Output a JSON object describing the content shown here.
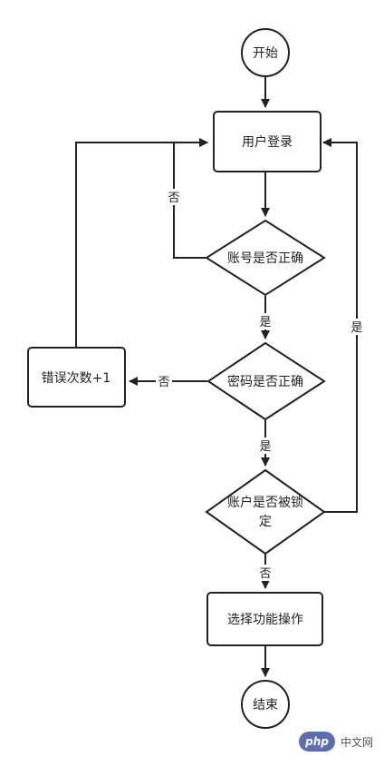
{
  "nodes": {
    "start": "开始",
    "login": "用户登录",
    "check_account": "账号是否正确",
    "check_password": "密码是否正确",
    "check_locked_1": "账户是否被锁",
    "check_locked_2": "定",
    "error_count": "错误次数+1",
    "choose_function": "选择功能操作",
    "end": "结束"
  },
  "edges": {
    "account_no": "否",
    "account_yes": "是",
    "password_no": "否",
    "password_yes": "是",
    "locked_yes": "是",
    "locked_no": "否"
  },
  "watermark": {
    "logo": "php",
    "site": "中文网"
  },
  "colors": {
    "stroke": "#222222",
    "fill": "#ffffff",
    "watermark_logo": "#5b6eb2"
  }
}
